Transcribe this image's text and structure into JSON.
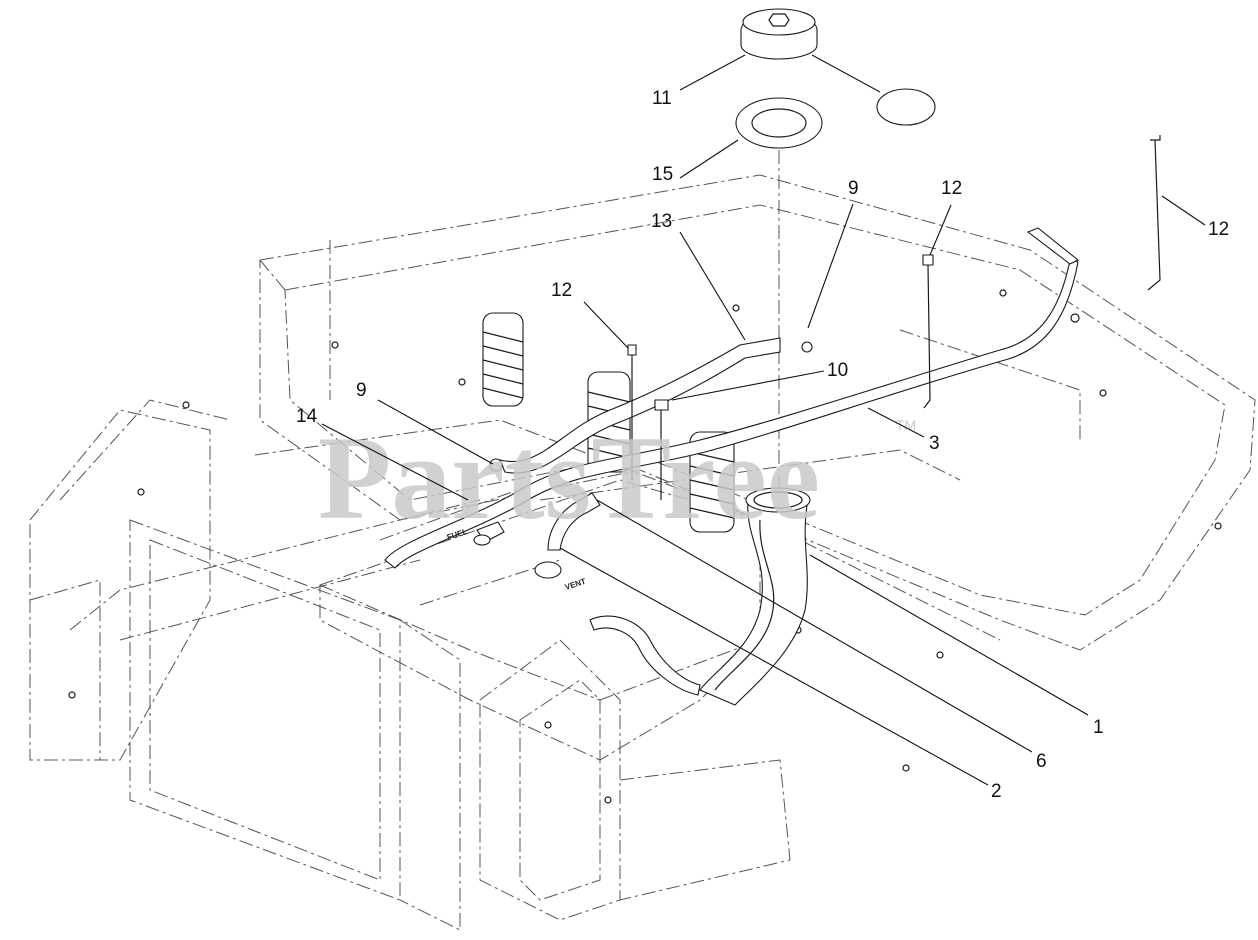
{
  "watermark": {
    "text": "PartsTree",
    "tm": "TM"
  },
  "tank_labels": {
    "fuel": "FUEL",
    "vent": "VENT"
  },
  "callouts": [
    {
      "id": "c11a",
      "text": "11"
    },
    {
      "id": "c15",
      "text": "15"
    },
    {
      "id": "c13",
      "text": "13"
    },
    {
      "id": "c12a",
      "text": "12"
    },
    {
      "id": "c9a",
      "text": "9"
    },
    {
      "id": "c10",
      "text": "10"
    },
    {
      "id": "c9b",
      "text": "9"
    },
    {
      "id": "c14",
      "text": "14"
    },
    {
      "id": "c12b",
      "text": "12"
    },
    {
      "id": "c12c",
      "text": "12"
    },
    {
      "id": "c3",
      "text": "3"
    },
    {
      "id": "c1",
      "text": "1"
    },
    {
      "id": "c6",
      "text": "6"
    },
    {
      "id": "c2",
      "text": "2"
    }
  ]
}
